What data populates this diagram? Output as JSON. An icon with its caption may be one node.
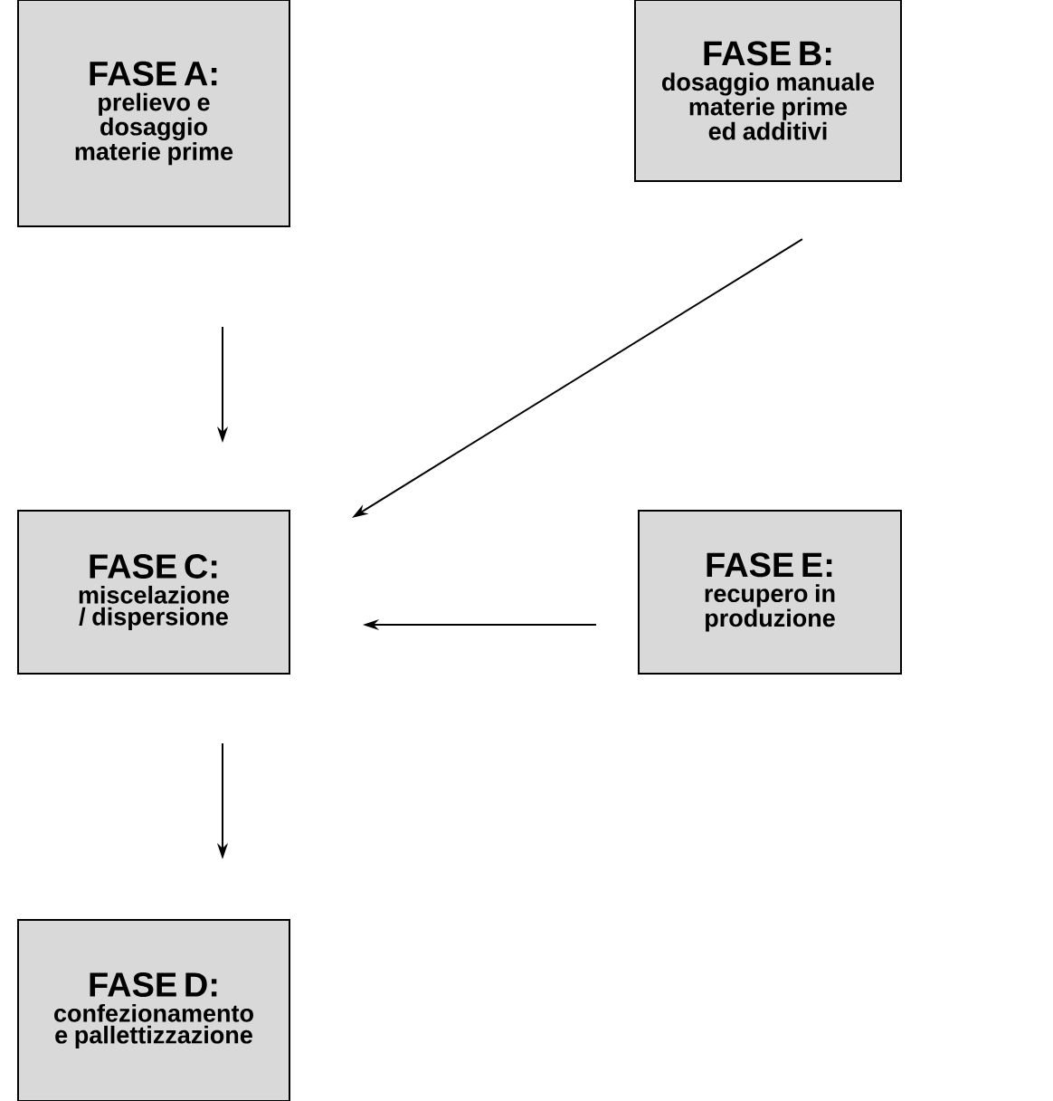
{
  "diagram": {
    "nodes": [
      {
        "text": [
          "FASE A:",
          "prelievo e dosaggio materie prime"
        ]
      },
      {
        "text": [
          "FASE B:",
          "dosaggio manuale materie prime ed additivi"
        ]
      },
      {
        "text": [
          "FASE C:",
          "miscelazione / dispersione"
        ]
      },
      {
        "text": [
          "FASE E:",
          "recupero in produzione"
        ]
      },
      {
        "text": [
          "FASE D:",
          "confezionamento e pallettizzazione"
        ]
      }
    ],
    "edges": [
      {
        "from": 0,
        "to": 2,
        "arrow": "to"
      },
      {
        "from": 1,
        "to": 2,
        "arrow": "to"
      },
      {
        "from": 3,
        "to": 2,
        "arrow": "to"
      },
      {
        "from": 2,
        "to": 4,
        "arrow": "to"
      }
    ]
  }
}
